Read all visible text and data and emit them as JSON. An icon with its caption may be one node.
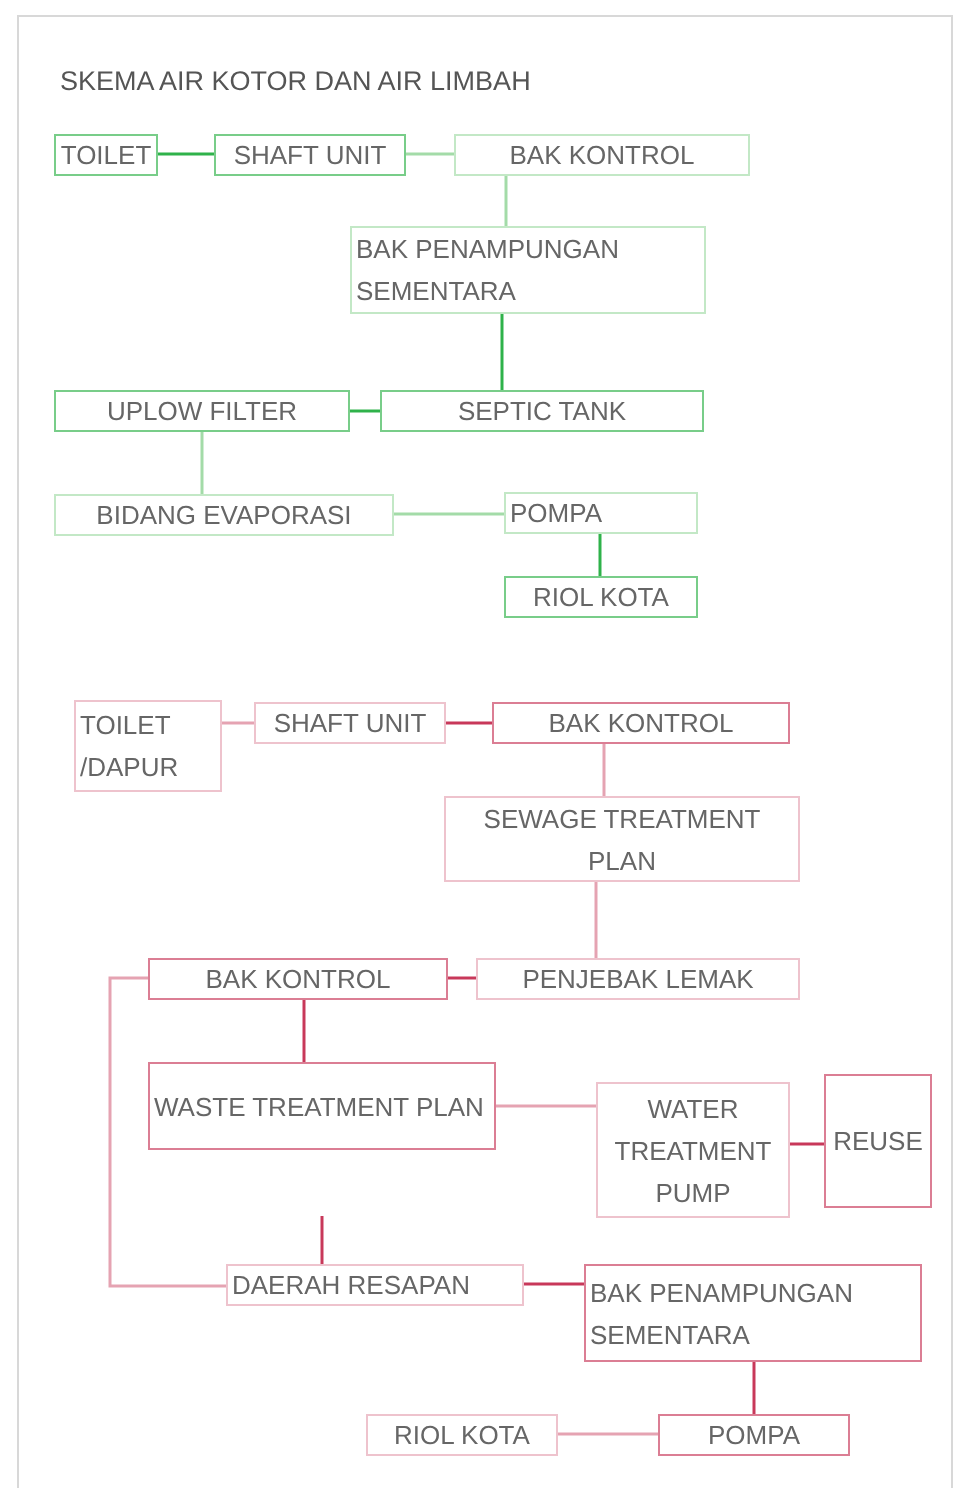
{
  "diagram": {
    "title": "SKEMA AIR KOTOR DAN AIR LIMBAH",
    "nodes": [
      {
        "text": [
          "TOILET"
        ]
      },
      {
        "text": [
          "SHAFT UNIT"
        ]
      },
      {
        "text": [
          "BAK KONTROL"
        ]
      },
      {
        "text": [
          "BAK PENAMPUNGAN SEMENTARA"
        ]
      },
      {
        "text": [
          "UPLOW FILTER"
        ]
      },
      {
        "text": [
          "SEPTIC TANK"
        ]
      },
      {
        "text": [
          "BIDANG EVAPORASI"
        ]
      },
      {
        "text": [
          "POMPA"
        ]
      },
      {
        "text": [
          "RIOL KOTA"
        ]
      },
      {
        "text": [
          "TOILET /DAPUR"
        ]
      },
      {
        "text": [
          "SHAFT UNIT"
        ]
      },
      {
        "text": [
          "BAK KONTROL"
        ]
      },
      {
        "text": [
          "SEWAGE TREATMENT PLAN"
        ]
      },
      {
        "text": [
          "BAK KONTROL"
        ]
      },
      {
        "text": [
          "PENJEBAK LEMAK"
        ]
      },
      {
        "text": [
          "WASTE TREATMENT PLAN"
        ]
      },
      {
        "text": [
          "WATER TREATMENT PUMP"
        ]
      },
      {
        "text": [
          "REUSE"
        ]
      },
      {
        "text": [
          "DAERAH RESAPAN"
        ]
      },
      {
        "text": [
          "BAK PENAMPUNGAN SEMENTARA"
        ]
      },
      {
        "text": [
          "RIOL KOTA"
        ]
      },
      {
        "text": [
          "POMPA"
        ]
      }
    ],
    "edges": [
      {
        "from": 0,
        "to": 1,
        "arrow": "none",
        "color": "#2fb24a"
      },
      {
        "from": 1,
        "to": 2,
        "arrow": "none",
        "color": "#a3dba8"
      },
      {
        "from": 2,
        "to": 3,
        "arrow": "none",
        "color": "#a3dba8"
      },
      {
        "from": 3,
        "to": 5,
        "arrow": "none",
        "color": "#2fb24a"
      },
      {
        "from": 5,
        "to": 4,
        "arrow": "none",
        "color": "#2fb24a"
      },
      {
        "from": 4,
        "to": 6,
        "arrow": "none",
        "color": "#a3dba8"
      },
      {
        "from": 6,
        "to": 7,
        "arrow": "none",
        "color": "#a3dba8"
      },
      {
        "from": 7,
        "to": 8,
        "arrow": "none",
        "color": "#2fb24a"
      },
      {
        "from": 9,
        "to": 10,
        "arrow": "none",
        "color": "#e5a3b2"
      },
      {
        "from": 10,
        "to": 11,
        "arrow": "none",
        "color": "#c8385a"
      },
      {
        "from": 11,
        "to": 12,
        "arrow": "none",
        "color": "#e5a3b2"
      },
      {
        "from": 12,
        "to": 14,
        "arrow": "none",
        "color": "#e5a3b2"
      },
      {
        "from": 14,
        "to": 13,
        "arrow": "none",
        "color": "#c8385a"
      },
      {
        "from": 13,
        "to": 15,
        "arrow": "none",
        "color": "#c8385a"
      },
      {
        "from": 15,
        "to": 16,
        "arrow": "none",
        "color": "#e5a3b2"
      },
      {
        "from": 16,
        "to": 17,
        "arrow": "none",
        "color": "#c8385a"
      },
      {
        "from": 13,
        "to": 18,
        "arrow": "none",
        "color": "#e5a3b2"
      },
      {
        "from": null,
        "to": 18,
        "arrow": "none",
        "color": "#c8385a"
      },
      {
        "from": 18,
        "to": 19,
        "arrow": "none",
        "color": "#c8385a"
      },
      {
        "from": 19,
        "to": 21,
        "arrow": "none",
        "color": "#c8385a"
      },
      {
        "from": 21,
        "to": 20,
        "arrow": "none",
        "color": "#e5a3b2"
      }
    ]
  }
}
